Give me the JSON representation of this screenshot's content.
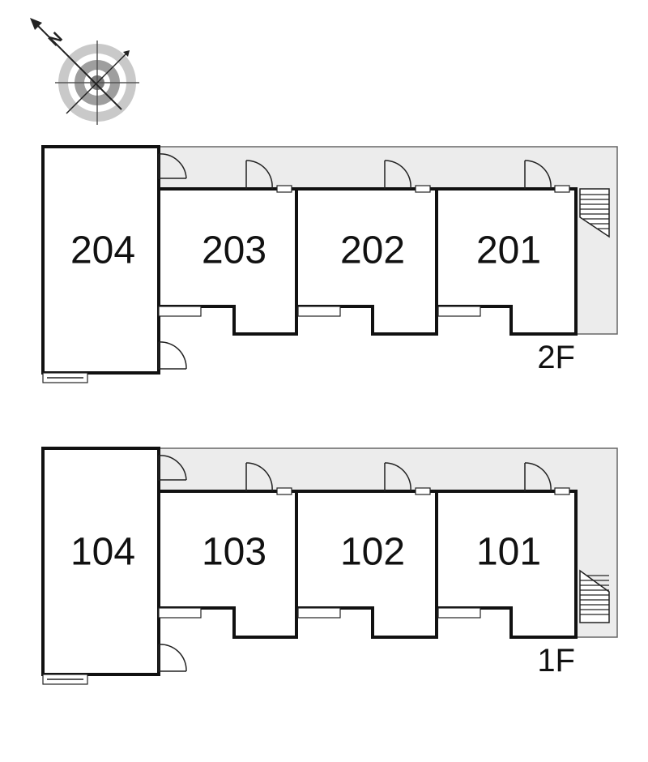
{
  "compass": {
    "direction_letter": "N"
  },
  "floors": [
    {
      "label": "2F",
      "units": [
        "204",
        "203",
        "202",
        "201"
      ]
    },
    {
      "label": "1F",
      "units": [
        "104",
        "103",
        "102",
        "101"
      ]
    }
  ]
}
